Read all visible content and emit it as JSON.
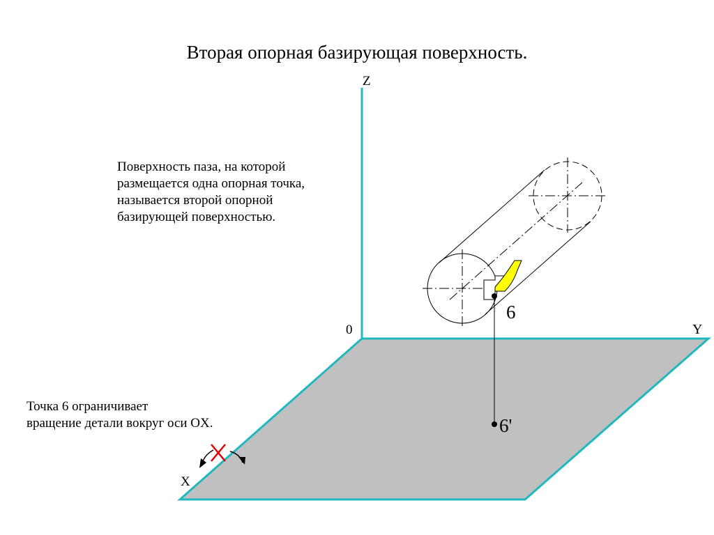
{
  "title": "Вторая опорная базирующая поверхность.",
  "description": [
    "Поверхность паза, на которой",
    "размещается одна опорная точка,",
    "называется второй опорной",
    "базирующей поверхностью."
  ],
  "note": [
    "Точка 6 ограничивает",
    "вращение детали вокруг оси OX."
  ],
  "axes": {
    "z": "Z",
    "y": "Y",
    "x": "X",
    "origin": "0"
  },
  "points": {
    "p6": "6",
    "p6_proj": "6'"
  },
  "colors": {
    "axis": "#20b8c0",
    "plane": "#c0c0c0",
    "slot_face": "#ffff00",
    "cross_mark": "#e00000"
  },
  "icons": [
    "rotation-arrow-left-icon",
    "rotation-arrow-right-icon",
    "cross-mark-icon"
  ]
}
